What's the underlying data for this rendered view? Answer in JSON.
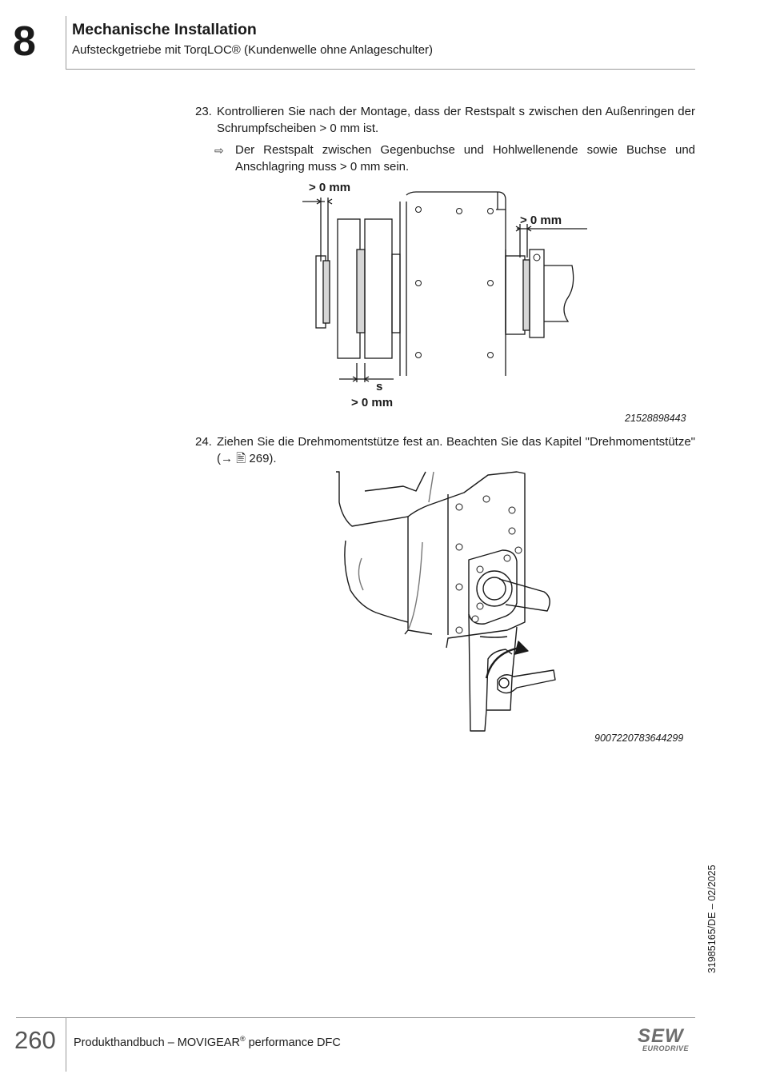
{
  "header": {
    "chapter_number": "8",
    "title": "Mechanische Installation",
    "subtitle": "Aufsteckgetriebe mit TorqLOC® (Kundenwelle ohne Anlageschulter)"
  },
  "steps": [
    {
      "number": "23.",
      "text": "Kontrollieren Sie nach der Montage, dass der Restspalt s zwischen den Außenrin­gen der Schrumpfscheiben > 0 mm ist.",
      "result": "Der Restspalt zwischen Gegenbuchse und Hohlwellenende sowie Buchse und Anschlagring muss > 0 mm sein."
    },
    {
      "number": "24.",
      "text": "Ziehen Sie die Drehmomentstütze fest an. Beachten Sie das Kapitel \"Drehmo­mentstütze\" (→ 🖹 269)."
    }
  ],
  "figure1": {
    "label_gap_left": "> 0 mm",
    "label_gap_right": "> 0 mm",
    "label_s": "s",
    "label_s_value": "> 0 mm",
    "image_id": "21528898443"
  },
  "figure2": {
    "image_id": "9007220783644299"
  },
  "side_doc_id": "31985165/DE – 02/2025",
  "footer": {
    "page_number": "260",
    "text_prefix": "Produkthandbuch – MOVIGEAR",
    "text_reg": "®",
    "text_suffix": " performance DFC",
    "logo_main": "SEW",
    "logo_sub": "EURODRIVE"
  },
  "icons": [
    "result-arrow-icon",
    "page-ref-icon"
  ]
}
